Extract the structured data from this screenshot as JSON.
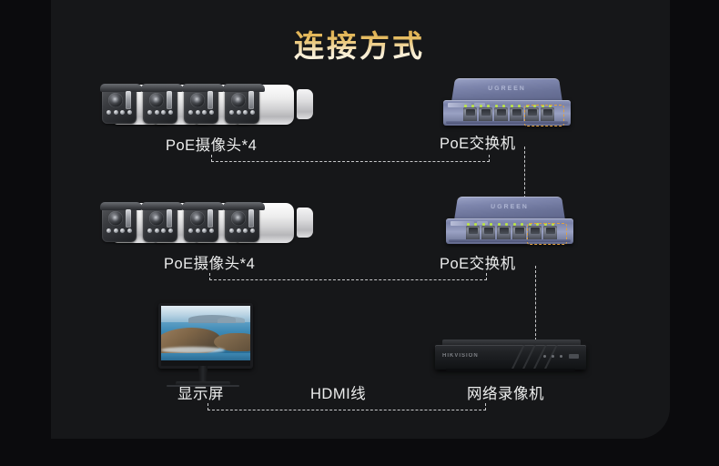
{
  "page": {
    "title": "连接方式",
    "background_color": "#0b0b0d",
    "panel_color": "#161719",
    "title_gradient_from": "#d4a03c",
    "title_gradient_to": "#fdf6e6",
    "label_color": "#eceded",
    "dash_color": "#c9cacc",
    "highlight_color": "#e2a13c"
  },
  "devices": {
    "camera_group_1": {
      "label": "PoE摄像头*4",
      "count": 4,
      "icon": "bullet-camera-icon"
    },
    "camera_group_2": {
      "label": "PoE摄像头*4",
      "count": 4,
      "icon": "bullet-camera-icon"
    },
    "switch_1": {
      "label": "PoE交换机",
      "brand": "UGREEN",
      "port_count": 6,
      "highlighted_ports": 2
    },
    "switch_2": {
      "label": "PoE交换机",
      "brand": "UGREEN",
      "port_count": 6,
      "highlighted_ports": 2
    },
    "monitor": {
      "label": "显示屏",
      "icon": "monitor-icon"
    },
    "nvr": {
      "label": "网络录像机",
      "brand": "HIKVISION",
      "icon": "nvr-icon"
    }
  },
  "connections": {
    "cable_hdmi": "HDMI线",
    "link_cam1_switch1": "",
    "link_cam2_switch2": "",
    "link_switch1_switch2": "",
    "link_switch2_nvr": "",
    "link_monitor_nvr": ""
  }
}
